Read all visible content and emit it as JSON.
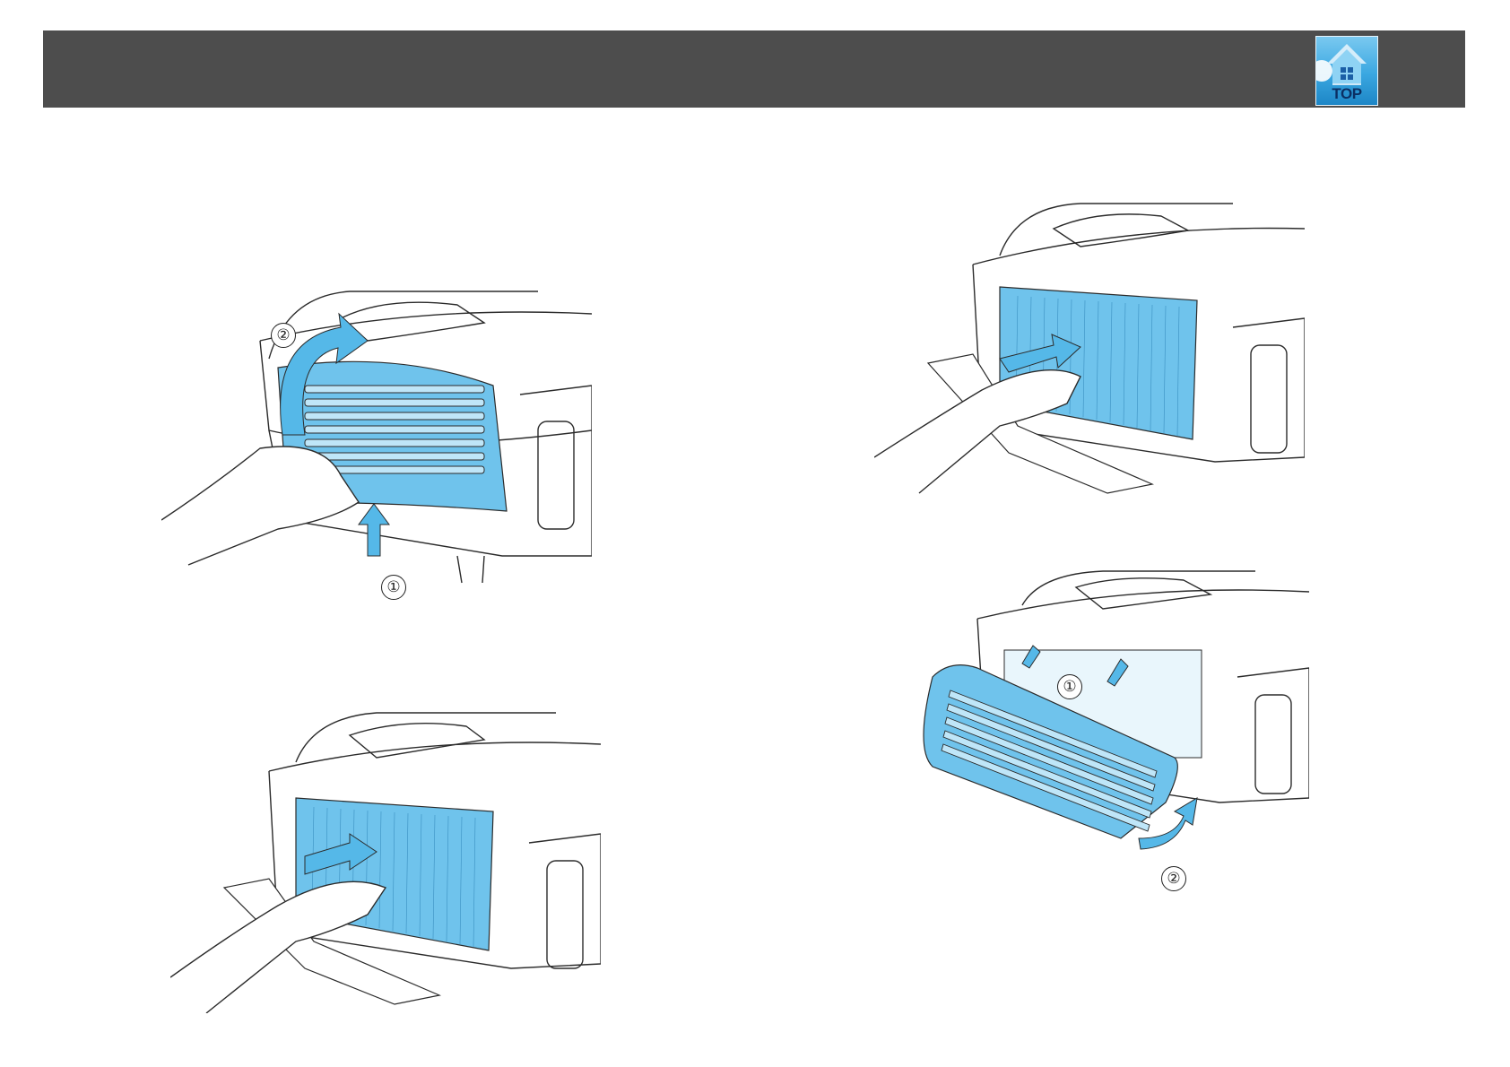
{
  "header": {
    "top_button": {
      "label": "TOP",
      "icon": "house-icon"
    }
  },
  "colors": {
    "header_bg": "#4d4d4d",
    "accent_blue": "#6fc3ec",
    "line": "#2b2b2b"
  },
  "illustrations": {
    "step1": {
      "markers": [
        "①",
        "②"
      ]
    },
    "step2": {
      "markers": []
    },
    "step3": {
      "markers": []
    },
    "step4": {
      "markers": [
        "①",
        "②"
      ]
    }
  }
}
